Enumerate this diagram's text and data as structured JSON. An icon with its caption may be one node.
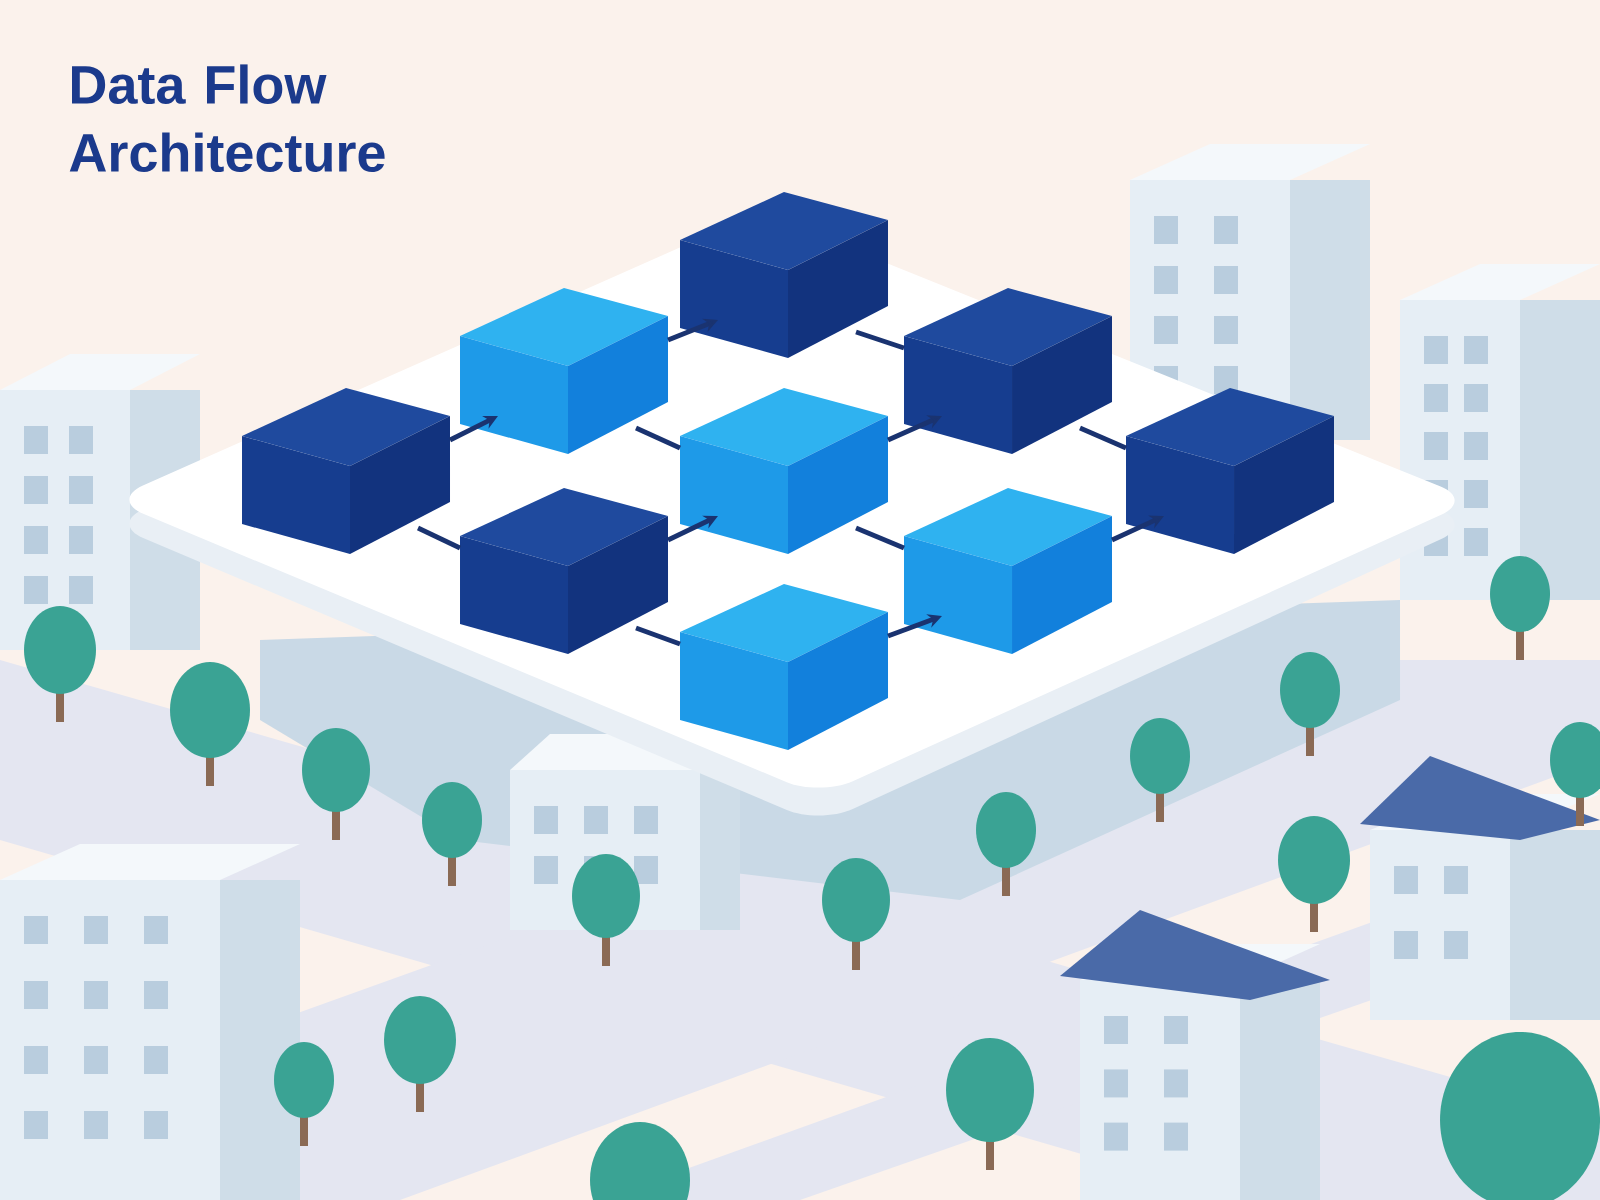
{
  "diagram": {
    "title": "Data Flow Architecture",
    "nodes": [
      {
        "text": [],
        "shape": "box"
      },
      {
        "text": [],
        "shape": "box"
      },
      {
        "text": [],
        "shape": "box"
      },
      {
        "text": [],
        "shape": "box"
      },
      {
        "text": [],
        "shape": "box"
      },
      {
        "text": [],
        "shape": "box"
      },
      {
        "text": [],
        "shape": "box"
      },
      {
        "text": [],
        "shape": "box"
      },
      {
        "text": [],
        "shape": "box"
      }
    ],
    "edges": [
      {
        "from": 0,
        "to": 1,
        "arrow": "to"
      },
      {
        "from": 0,
        "to": 2,
        "arrow": "none"
      },
      {
        "from": 1,
        "to": 3,
        "arrow": "to"
      },
      {
        "from": 1,
        "to": 4,
        "arrow": "none"
      },
      {
        "from": 2,
        "to": 4,
        "arrow": "to"
      },
      {
        "from": 2,
        "to": 5,
        "arrow": "none"
      },
      {
        "from": 3,
        "to": 6,
        "arrow": "none"
      },
      {
        "from": 4,
        "to": 6,
        "arrow": "to"
      },
      {
        "from": 4,
        "to": 7,
        "arrow": "none"
      },
      {
        "from": 5,
        "to": 7,
        "arrow": "to"
      },
      {
        "from": 6,
        "to": 8,
        "arrow": "none"
      },
      {
        "from": 7,
        "to": 8,
        "arrow": "to"
      }
    ]
  }
}
